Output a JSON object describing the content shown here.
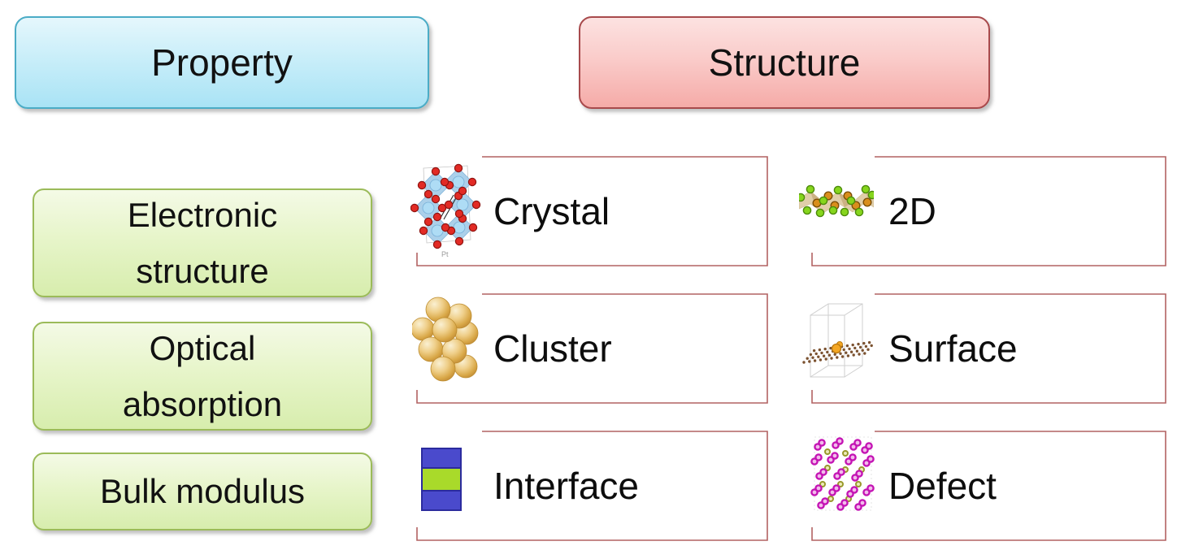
{
  "header": {
    "property": {
      "label": "Property"
    },
    "structure": {
      "label": "Structure"
    }
  },
  "properties": {
    "items": [
      {
        "label": "Electronic structure"
      },
      {
        "label": "Optical absorption"
      },
      {
        "label": "Bulk modulus"
      }
    ]
  },
  "structures": {
    "items": [
      {
        "label": "Crystal",
        "icon": "crystal-structure-icon",
        "annotation": "Pt"
      },
      {
        "label": "2D",
        "icon": "2d-layer-icon"
      },
      {
        "label": "Cluster",
        "icon": "nanocluster-icon"
      },
      {
        "label": "Surface",
        "icon": "surface-slab-icon"
      },
      {
        "label": "Interface",
        "icon": "interface-layers-icon"
      },
      {
        "label": "Defect",
        "icon": "defect-lattice-icon"
      }
    ]
  },
  "colors": {
    "property_header_fill_top": "#e5f7fc",
    "property_header_fill_bottom": "#a9e3f5",
    "property_header_border": "#4bacc6",
    "structure_header_fill_top": "#fce2e1",
    "structure_header_fill_bottom": "#f5aba8",
    "structure_header_border": "#a84a4c",
    "property_box_fill_top": "#f4fae6",
    "property_box_fill_bottom": "#d7edad",
    "property_box_border": "#9bbb59",
    "frame_border": "#b26262",
    "text": "#0d0d0d"
  }
}
